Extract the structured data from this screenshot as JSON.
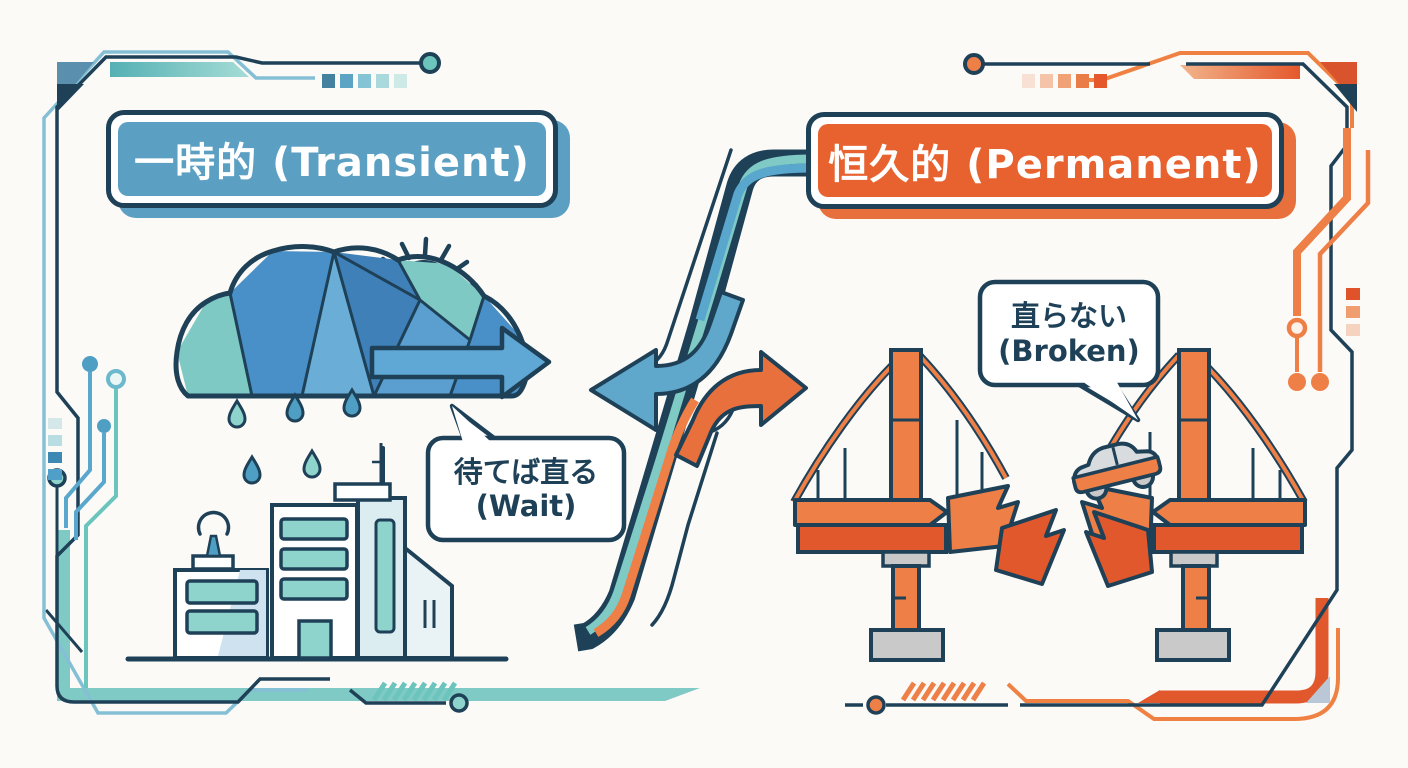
{
  "diagram": {
    "left": {
      "header_label": "一時的 (Transient)",
      "bubble_line1": "待てば直る",
      "bubble_line2": "(Wait)",
      "illustration": "rain-cloud-over-building"
    },
    "right": {
      "header_label": "恒久的 (Permanent)",
      "bubble_line1": "直らない",
      "bubble_line2": "(Broken)",
      "illustration": "broken-bridge-with-car"
    },
    "center": {
      "illustration": "split-arrows-connector"
    },
    "colors": {
      "background": "#fbfaf7",
      "navy_outline": "#1e4158",
      "transient_blue": "#5b9fc3",
      "teal_accent": "#7fcac4",
      "permanent_orange": "#e8622f",
      "orange_accent": "#ee7f46",
      "frame_light_blue": "#85bfd6"
    }
  }
}
